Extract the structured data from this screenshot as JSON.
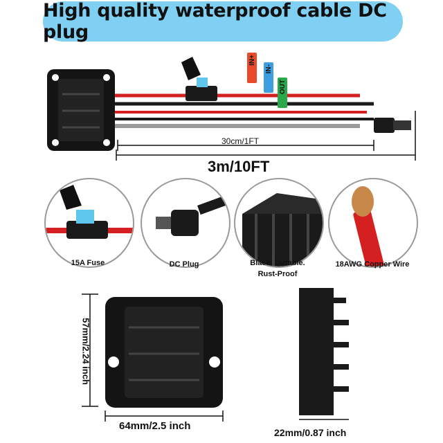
{
  "banner": {
    "title": "High quality waterproof cable DC plug"
  },
  "cable": {
    "labels": {
      "in_plus": "IN+",
      "in_minus": "IN-",
      "out": "OUT"
    },
    "colors": {
      "in_plus": "#e84a2a",
      "in_minus": "#3d9fe0",
      "out": "#2aa84a",
      "red_wire": "#d42020",
      "grey_wire": "#9a9a9a",
      "black": "#1a1a1a"
    },
    "short_length": "30cm/1FT",
    "long_length": "3m/10FT"
  },
  "features": [
    {
      "label": "15A Fuse",
      "icon": "fuse-icon"
    },
    {
      "label": "DC Plug",
      "icon": "dc-plug-icon"
    },
    {
      "label": "Black. Durable. Rust-Proof",
      "label_line1": "Black. Durable.",
      "label_line2": "Rust-Proof",
      "icon": "housing-icon"
    },
    {
      "label": "18AWG Copper Wire",
      "icon": "copper-wire-icon"
    }
  ],
  "dimensions": {
    "height": "57mm/2.24 inch",
    "width": "64mm/2.5 inch",
    "depth": "22mm/0.87 inch"
  }
}
